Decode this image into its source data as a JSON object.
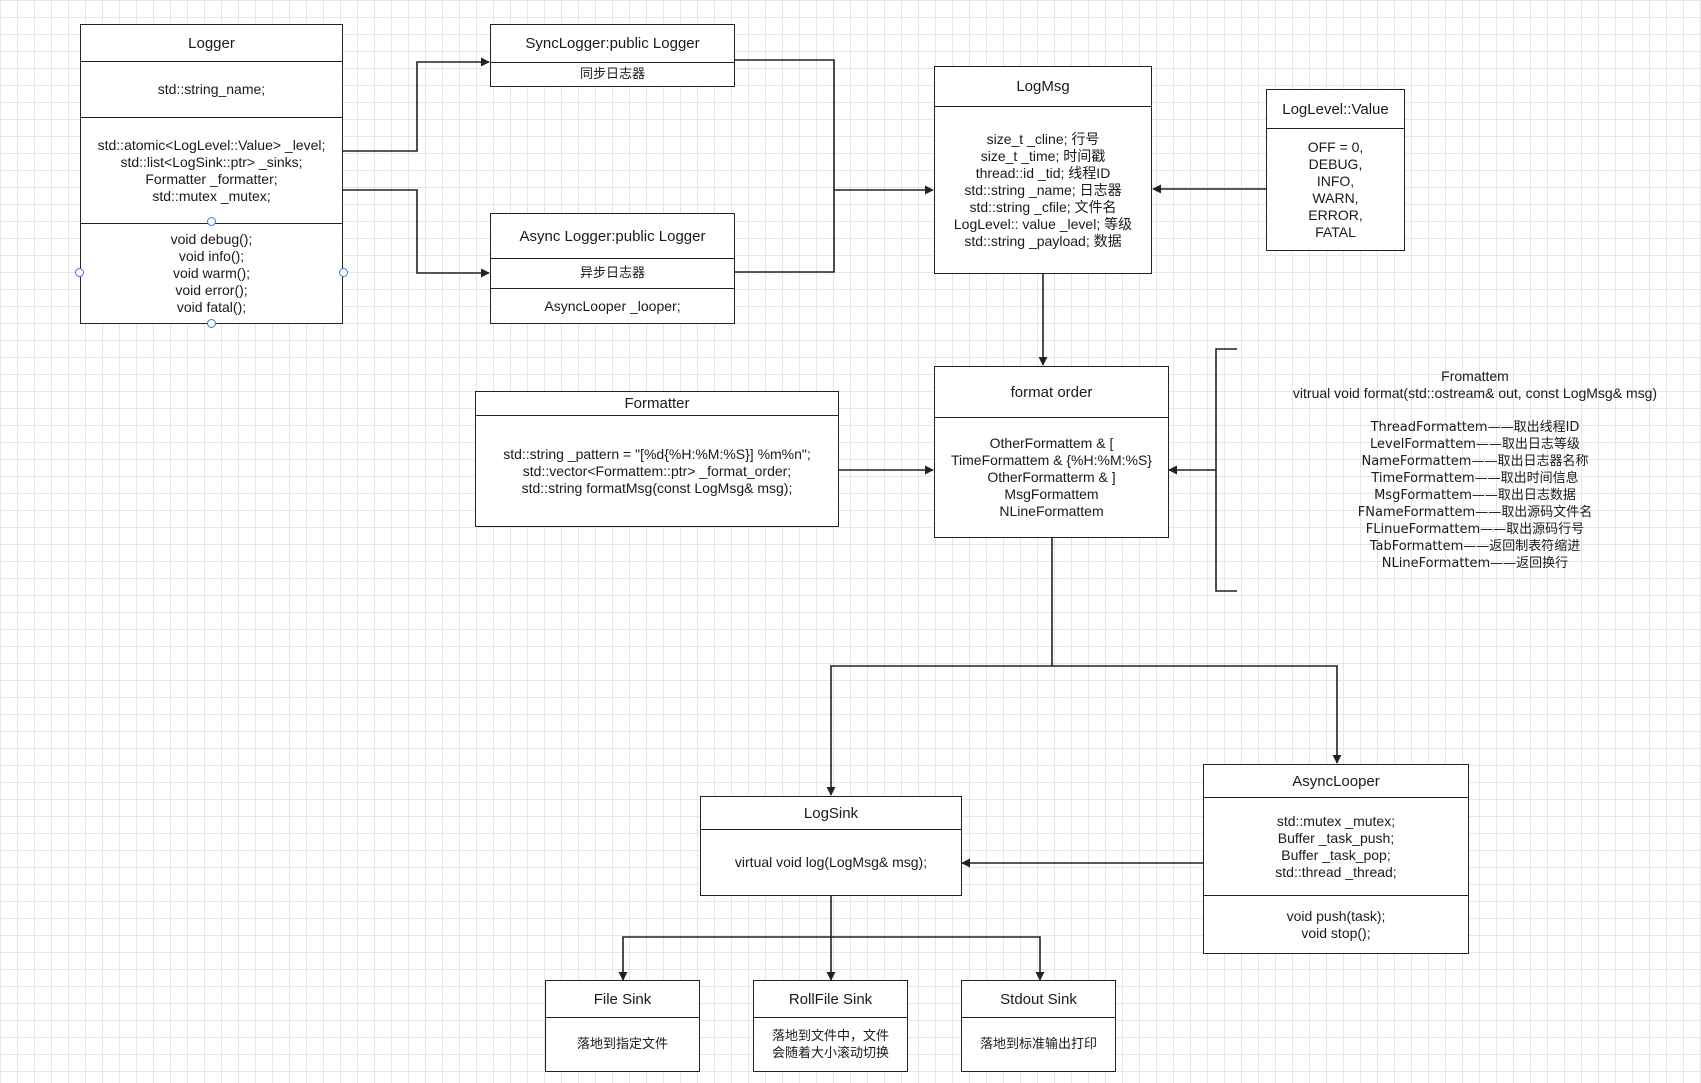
{
  "logger": {
    "title": "Logger",
    "name_field": "std::string_name;",
    "fields": [
      "std::atomic<LogLevel::Value> _level;",
      "std::list<LogSink::ptr> _sinks;",
      "Formatter _formatter;",
      "std::mutex _mutex;"
    ],
    "methods": [
      "void debug();",
      "void info();",
      "void warm();",
      "void error();",
      "void fatal();"
    ]
  },
  "sync_logger": {
    "title": "SyncLogger:public Logger",
    "desc": "同步日志器"
  },
  "async_logger": {
    "title": "Async Logger:public Logger",
    "desc": "异步日志器",
    "member": "AsyncLooper _looper;"
  },
  "logmsg": {
    "title": "LogMsg",
    "fields": [
      "size_t _cline; 行号",
      "size_t _time; 时间戳",
      "thread::id _tid; 线程ID",
      "std::string _name; 日志器",
      "std::string _cfile; 文件名",
      "LogLevel:: value _level; 等级",
      "std::string _payload; 数据"
    ]
  },
  "loglevel": {
    "title": "LogLevel::Value",
    "values": [
      "OFF = 0,",
      "DEBUG,",
      "INFO,",
      "WARN,",
      "ERROR,",
      "FATAL"
    ]
  },
  "formatter": {
    "title": "Formatter",
    "fields": [
      "std::string _pattern = \"[%d{%H:%M:%S}] %m%n\";",
      "std::vector<Formattem::ptr> _format_order;",
      "std::string formatMsg(const LogMsg& msg);"
    ]
  },
  "format_order": {
    "title": "format order",
    "items": [
      "OtherFormattem & [",
      "TimeFormattem & {%H:%M:%S}",
      "OtherFormatterm & ]",
      "MsgFormattem",
      "NLineFormattem"
    ]
  },
  "formattem_note": {
    "title": "Fromattem",
    "signature": "vitrual void format(std::ostream& out, const LogMsg& msg)",
    "items": [
      "ThreadFormattem——取出线程ID",
      "LevelFormattem——取出日志等级",
      "NameFormattem——取出日志器名称",
      "TimeFormattem——取出时间信息",
      "MsgFormattem——取出日志数据",
      "FNameFormattem——取出源码文件名",
      "FLinueFormattem——取出源码行号",
      "TabFormattem——返回制表符缩进",
      "NLineFormattem——返回换行"
    ]
  },
  "logsink": {
    "title": "LogSink",
    "method": "virtual void log(LogMsg& msg);"
  },
  "asynclooper": {
    "title": "AsyncLooper",
    "fields": [
      "std::mutex _mutex;",
      "Buffer _task_push;",
      "Buffer _task_pop;",
      "std::thread _thread;"
    ],
    "methods": [
      "void push(task);",
      "void stop();"
    ]
  },
  "file_sink": {
    "title": "File Sink",
    "desc": "落地到指定文件"
  },
  "rollfile_sink": {
    "title": "RollFile Sink",
    "desc_lines": [
      "落地到文件中，文件",
      "会随着大小滚动切换"
    ]
  },
  "stdout_sink": {
    "title": "Stdout Sink",
    "desc": "落地到标准输出打印"
  }
}
